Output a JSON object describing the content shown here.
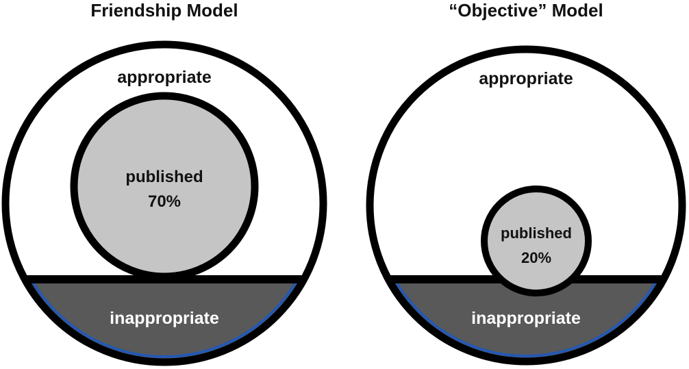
{
  "figure": {
    "left": {
      "title": "Friendship Model",
      "region_top": "appropriate",
      "region_bottom": "inappropriate",
      "inner_circle_label": "published",
      "inner_circle_value": "70%"
    },
    "right": {
      "title": "“Objective” Model",
      "region_top": "appropriate",
      "region_bottom": "inappropriate",
      "inner_circle_label": "published",
      "inner_circle_value": "20%"
    },
    "colors": {
      "outline": "#000000",
      "top_region_fill": "#ffffff",
      "bottom_region_fill": "#595959",
      "inner_circle_fill": "#c5c5c5",
      "bottom_accent": "#2458b3"
    }
  }
}
